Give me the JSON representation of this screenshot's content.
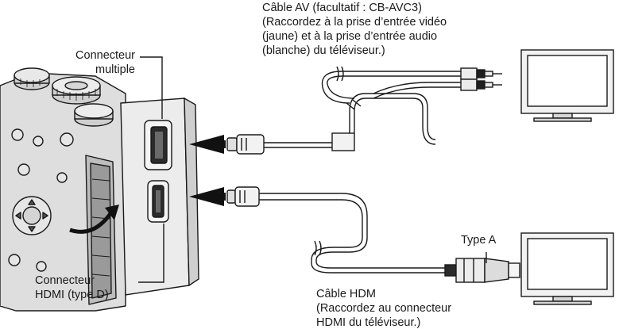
{
  "labels": {
    "multi_connector": [
      "Connecteur",
      "multiple"
    ],
    "hdmi_connector": [
      "Connecteur",
      "HDMI (type D)"
    ],
    "av_cable": [
      "Câble AV (facultatif : CB-AVC3)",
      "(Raccordez à la prise d’entrée vidéo",
      "(jaune) et à la prise d’entrée audio",
      "(blanche) du téléviseur.)"
    ],
    "hdmi_cable": [
      "Câble HDM",
      "(Raccordez au connecteur",
      "HDMI du téléviseur.)"
    ],
    "type_a": "Type A"
  },
  "colors": {
    "line": "#1a1a1a",
    "camera_fill": "#d9d9d9",
    "camera_shade": "#9a9a9a",
    "panel_fill": "#ececec",
    "connector_dark": "#2b2b2b",
    "arrow": "#111111"
  },
  "icons": [
    "camera",
    "television",
    "arrow-right",
    "av-plug",
    "hdmi-plug"
  ]
}
